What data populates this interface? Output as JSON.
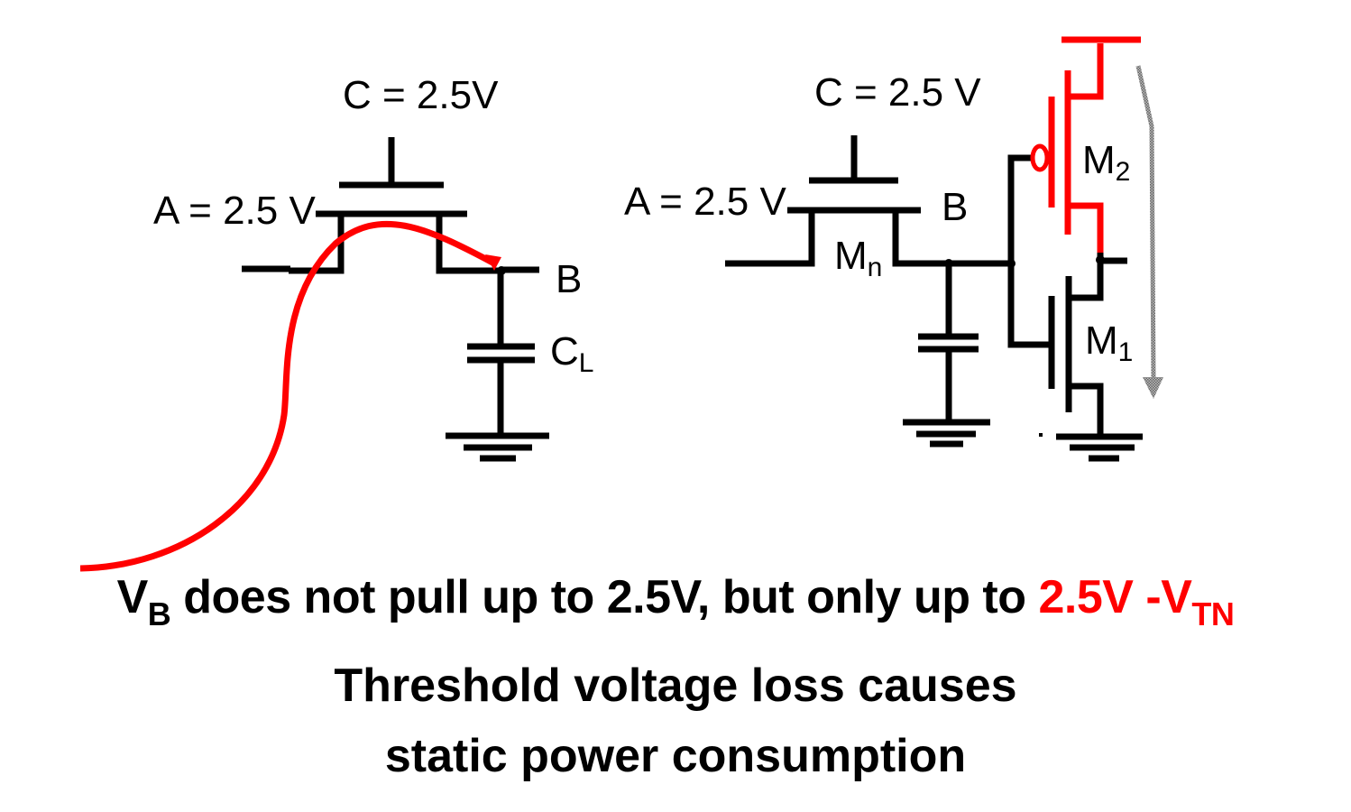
{
  "left_circuit": {
    "gate_label": "C = 2.5V",
    "source_label": "A = 2.5 V",
    "node_label": "B",
    "cap_label_main": "C",
    "cap_label_sub": "L"
  },
  "right_circuit": {
    "gate_label": "C = 2.5 V",
    "source_label": "A = 2.5 V",
    "node_label": "B",
    "pass_transistor_main": "M",
    "pass_transistor_sub": "n",
    "pmos_main": "M",
    "pmos_sub": "2",
    "nmos_main": "M",
    "nmos_sub": "1"
  },
  "colors": {
    "highlight": "#ff0000",
    "wire": "#000000",
    "current_arrow": "#999999"
  },
  "captions": {
    "line1_v": "V",
    "line1_v_sub": "B",
    "line1_text": " does not pull up to 2.5V, but only up to ",
    "line1_red": "2.5V -V",
    "line1_red_sub": "TN",
    "line2": "Threshold voltage loss causes",
    "line3": "static power consumption"
  }
}
